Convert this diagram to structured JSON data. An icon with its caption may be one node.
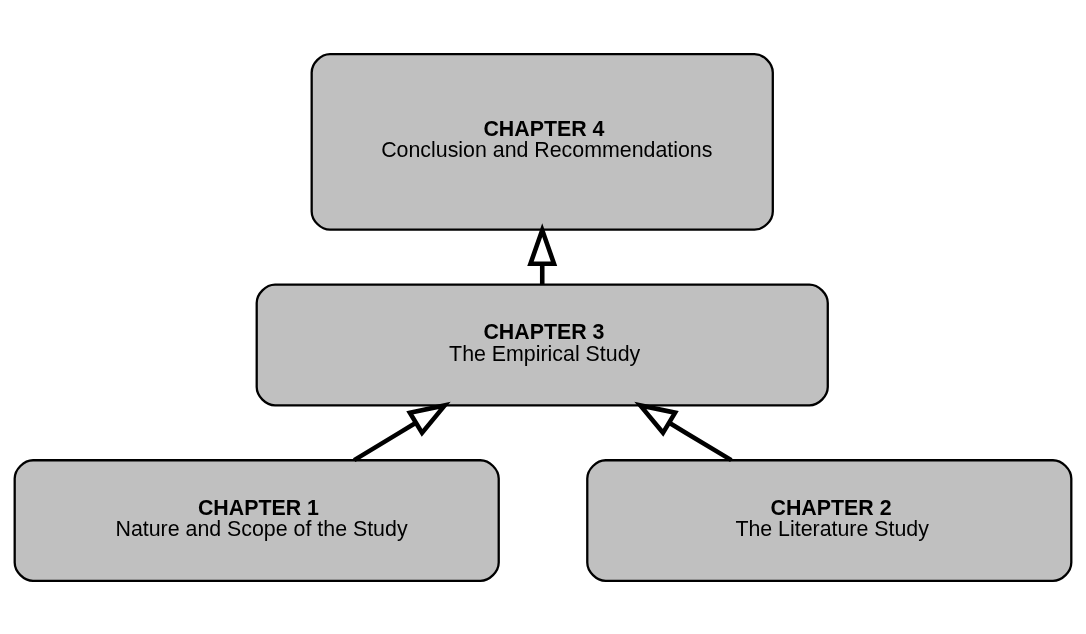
{
  "diagram": {
    "nodes": [
      {
        "text": [
          "CHAPTER 4",
          "Conclusion and Recommendations"
        ]
      },
      {
        "text": [
          "CHAPTER 3",
          "The Empirical Study"
        ]
      },
      {
        "text": [
          "CHAPTER 1",
          "Nature and Scope of the Study"
        ]
      },
      {
        "text": [
          "CHAPTER 2",
          "The Literature Study"
        ]
      }
    ],
    "edges": [
      {
        "from": 1,
        "to": 0,
        "arrow": "to"
      },
      {
        "from": 2,
        "to": 1,
        "arrow": "to"
      },
      {
        "from": 3,
        "to": 1,
        "arrow": "to"
      }
    ]
  }
}
